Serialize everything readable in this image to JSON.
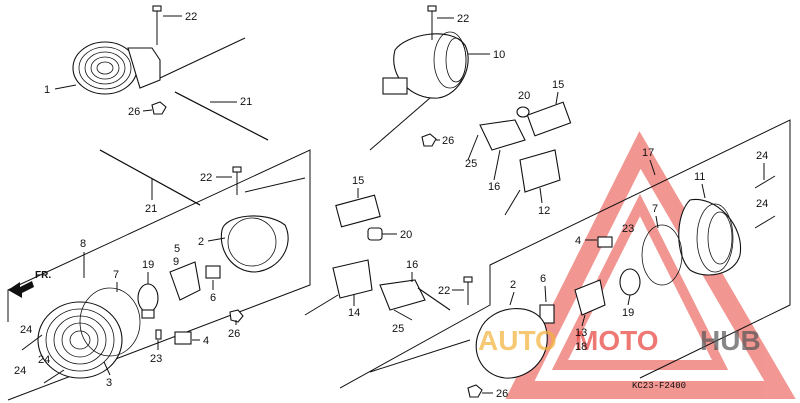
{
  "diagram": {
    "code": "KC23-F2400",
    "direction": "FR."
  },
  "parts": {
    "p1": "1",
    "p2a": "2",
    "p2b": "2",
    "p3": "3",
    "p4a": "4",
    "p4b": "4",
    "p5": "5",
    "p6a": "6",
    "p6b": "6",
    "p7a": "7",
    "p7b": "7",
    "p8": "8",
    "p9": "9",
    "p10": "10",
    "p11": "11",
    "p12": "12",
    "p13": "13",
    "p14": "14",
    "p15a": "15",
    "p15b": "15",
    "p16a": "16",
    "p16b": "16",
    "p17": "17",
    "p18": "18",
    "p19a": "19",
    "p19b": "19",
    "p20a": "20",
    "p20b": "20",
    "p21a": "21",
    "p21b": "21",
    "p22a": "22",
    "p22b": "22",
    "p22c": "22",
    "p22d": "22",
    "p23a": "23",
    "p23b": "23",
    "p24a": "24",
    "p24b": "24",
    "p24c": "24",
    "p24d": "24",
    "p25a": "25",
    "p25b": "25",
    "p26a": "26",
    "p26b": "26",
    "p26c": "26",
    "p26d": "26"
  },
  "watermark": {
    "text_a": "AUTO",
    "text_b": "MOTO",
    "text_c": "HUB",
    "colors": {
      "triangle": "#e8413a",
      "auto": "#f3b23a",
      "moto": "#e8413a",
      "hub": "#555555"
    }
  }
}
